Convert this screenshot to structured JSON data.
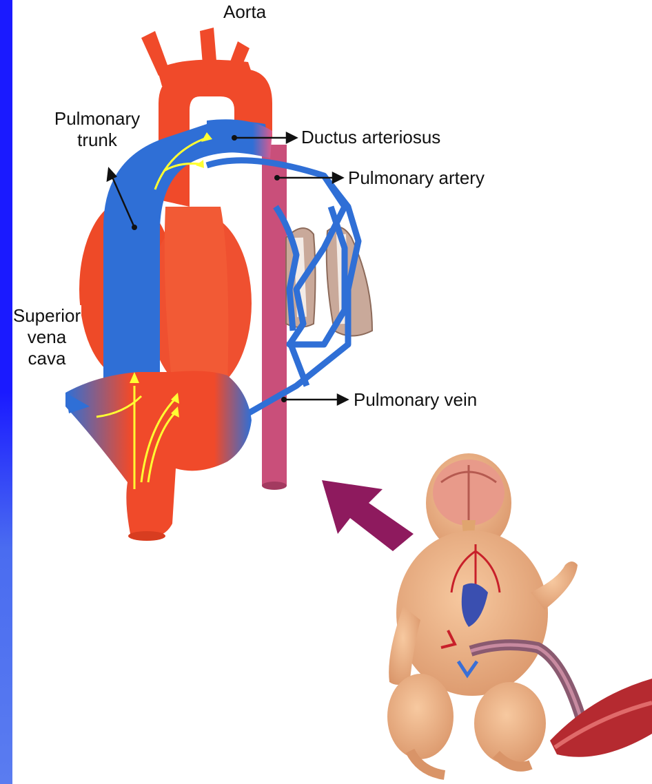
{
  "labels": {
    "aorta": "Aorta",
    "pulmonary_trunk_line1": "Pulmonary",
    "pulmonary_trunk_line2": "trunk",
    "ductus_arteriosus": "Ductus arteriosus",
    "pulmonary_artery": "Pulmonary artery",
    "superior_vena_cava_line1": "Superior",
    "superior_vena_cava_line2": "vena",
    "superior_vena_cava_line3": "cava",
    "pulmonary_vein": "Pulmonary vein"
  },
  "colors": {
    "slide_bar": "#1a1aff",
    "oxygenated": "#f04a2a",
    "deoxygenated": "#2f6fd6",
    "ductus_tube": "#c94f7a",
    "flow_arrows": "#ffff33",
    "pointer_arrow": "#8e1a5e",
    "lung": "#c9a99a",
    "skin": "#f2b98c"
  }
}
